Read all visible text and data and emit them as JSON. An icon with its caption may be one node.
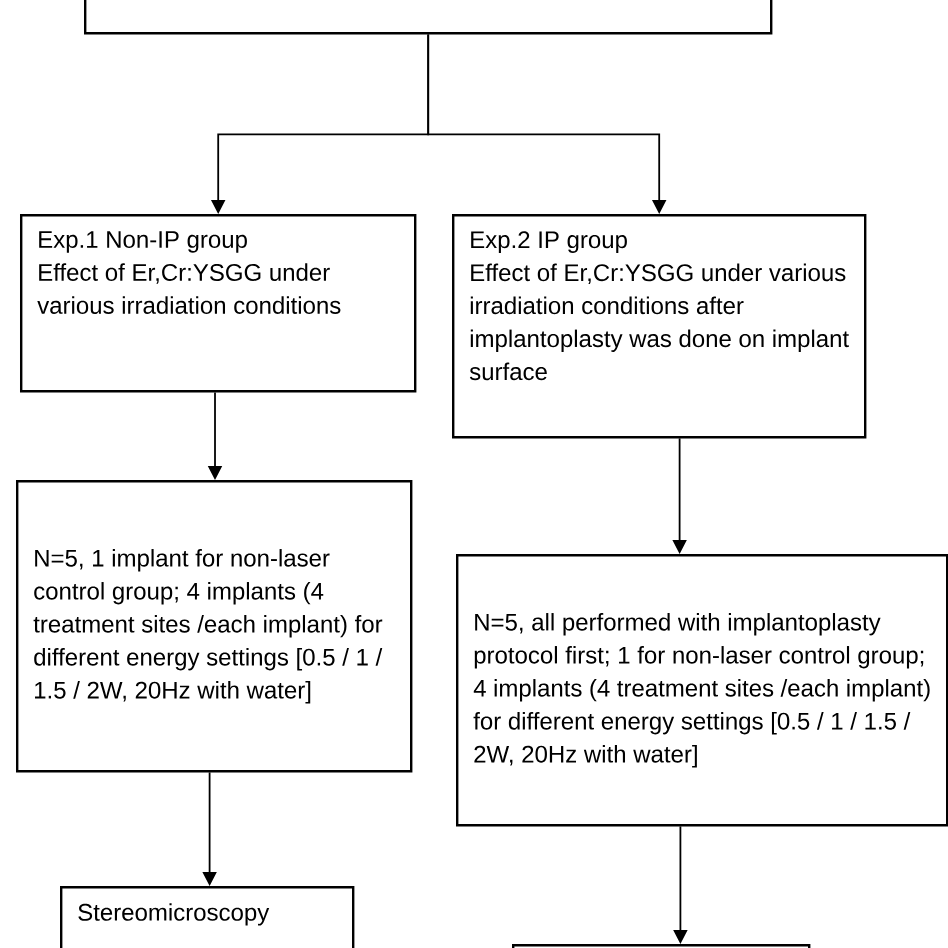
{
  "diagram": {
    "nodes": [
      {
        "text": [],
        "shape": "box"
      },
      {
        "text": [
          "Exp.1 Non-IP group",
          "Effect of Er,Cr:YSGG under various irradiation conditions"
        ]
      },
      {
        "text": [
          "Exp.2 IP group",
          "Effect of Er,Cr:YSGG under various irradiation conditions after implantoplasty was done on implant surface"
        ]
      },
      {
        "text": [
          "N=5, 1 implant for non-laser control group; 4 implants (4 treatment sites /each implant) for different energy settings [0.5 / 1 / 1.5 / 2W, 20Hz with water]"
        ]
      },
      {
        "text": [
          "N=5, all performed with implantoplasty protocol first; 1 for non-laser control group; 4 implants (4 treatment sites /each implant) for different energy settings [0.5 / 1 / 1.5 / 2W, 20Hz with water]"
        ]
      },
      {
        "text": [
          "Stereomicroscopy"
        ]
      },
      {
        "text": [],
        "shape": "box"
      }
    ],
    "edges": [
      {
        "from": 0,
        "to": 1,
        "arrow": "to"
      },
      {
        "from": 0,
        "to": 2,
        "arrow": "to"
      },
      {
        "from": 1,
        "to": 3,
        "arrow": "to"
      },
      {
        "from": 2,
        "to": 4,
        "arrow": "to"
      },
      {
        "from": 3,
        "to": 5,
        "arrow": "to"
      },
      {
        "from": 4,
        "to": 6,
        "arrow": "to"
      }
    ]
  }
}
